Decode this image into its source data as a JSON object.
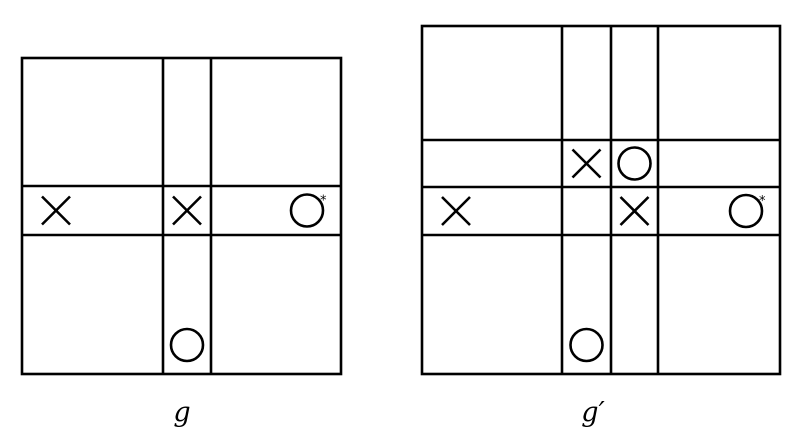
{
  "diagrams": [
    {
      "id": "g",
      "caption": "g",
      "columns": 3,
      "rows": 3,
      "marks": [
        {
          "type": "X",
          "col": 0,
          "row": 1
        },
        {
          "type": "X",
          "col": 1,
          "row": 1
        },
        {
          "type": "O",
          "col": 2,
          "row": 1,
          "starred": true
        },
        {
          "type": "O",
          "col": 1,
          "row": 2
        }
      ]
    },
    {
      "id": "g-prime",
      "caption": "g′",
      "columns": 4,
      "rows": 4,
      "marks": [
        {
          "type": "X",
          "col": 1,
          "row": 1
        },
        {
          "type": "O",
          "col": 2,
          "row": 1
        },
        {
          "type": "X",
          "col": 0,
          "row": 2
        },
        {
          "type": "X",
          "col": 2,
          "row": 2
        },
        {
          "type": "O",
          "col": 3,
          "row": 2,
          "starred": true
        },
        {
          "type": "O",
          "col": 1,
          "row": 3
        }
      ]
    }
  ],
  "star_symbol": "*"
}
